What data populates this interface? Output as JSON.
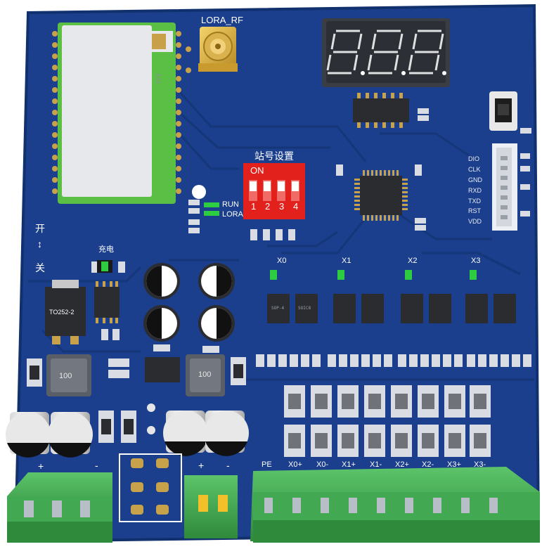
{
  "board": {
    "colors": {
      "pcb": "#1b3f8c",
      "pcb_dark": "#142f6b",
      "silk": "#ffffff",
      "pad": "#c8a24a",
      "terminal": "#3ea84b",
      "dip": "#e2211c",
      "led_green": "#2ecc40",
      "segment": "#2a2a2a"
    },
    "labels": {
      "lora_rf": "LORA_RF",
      "station_setting": "站号设置",
      "on": "ON",
      "dip_numbers": [
        "1",
        "2",
        "3",
        "4"
      ],
      "run": "RUN",
      "lora": "LORA",
      "charge": "充电",
      "switch_on": "开",
      "switch_off": "关",
      "arrow": "↕",
      "x0": "X0",
      "x1": "X1",
      "x2": "X2",
      "x3": "X3",
      "plus1": "+",
      "minus1": "-",
      "plus2": "+",
      "minus2": "-",
      "terminals": [
        "PE",
        "X0+",
        "X0-",
        "X1+",
        "X1-",
        "X2+",
        "X2-",
        "X3+",
        "X3-"
      ],
      "header_pins": [
        "DIO",
        "CLK",
        "GND",
        "RXD",
        "TXD",
        "RST",
        "VDD"
      ],
      "to252": "TO252-2",
      "ind_a": "100",
      "ind_b": "100",
      "opto_a": "SOP-4",
      "opto_b": "SOIC8"
    }
  }
}
